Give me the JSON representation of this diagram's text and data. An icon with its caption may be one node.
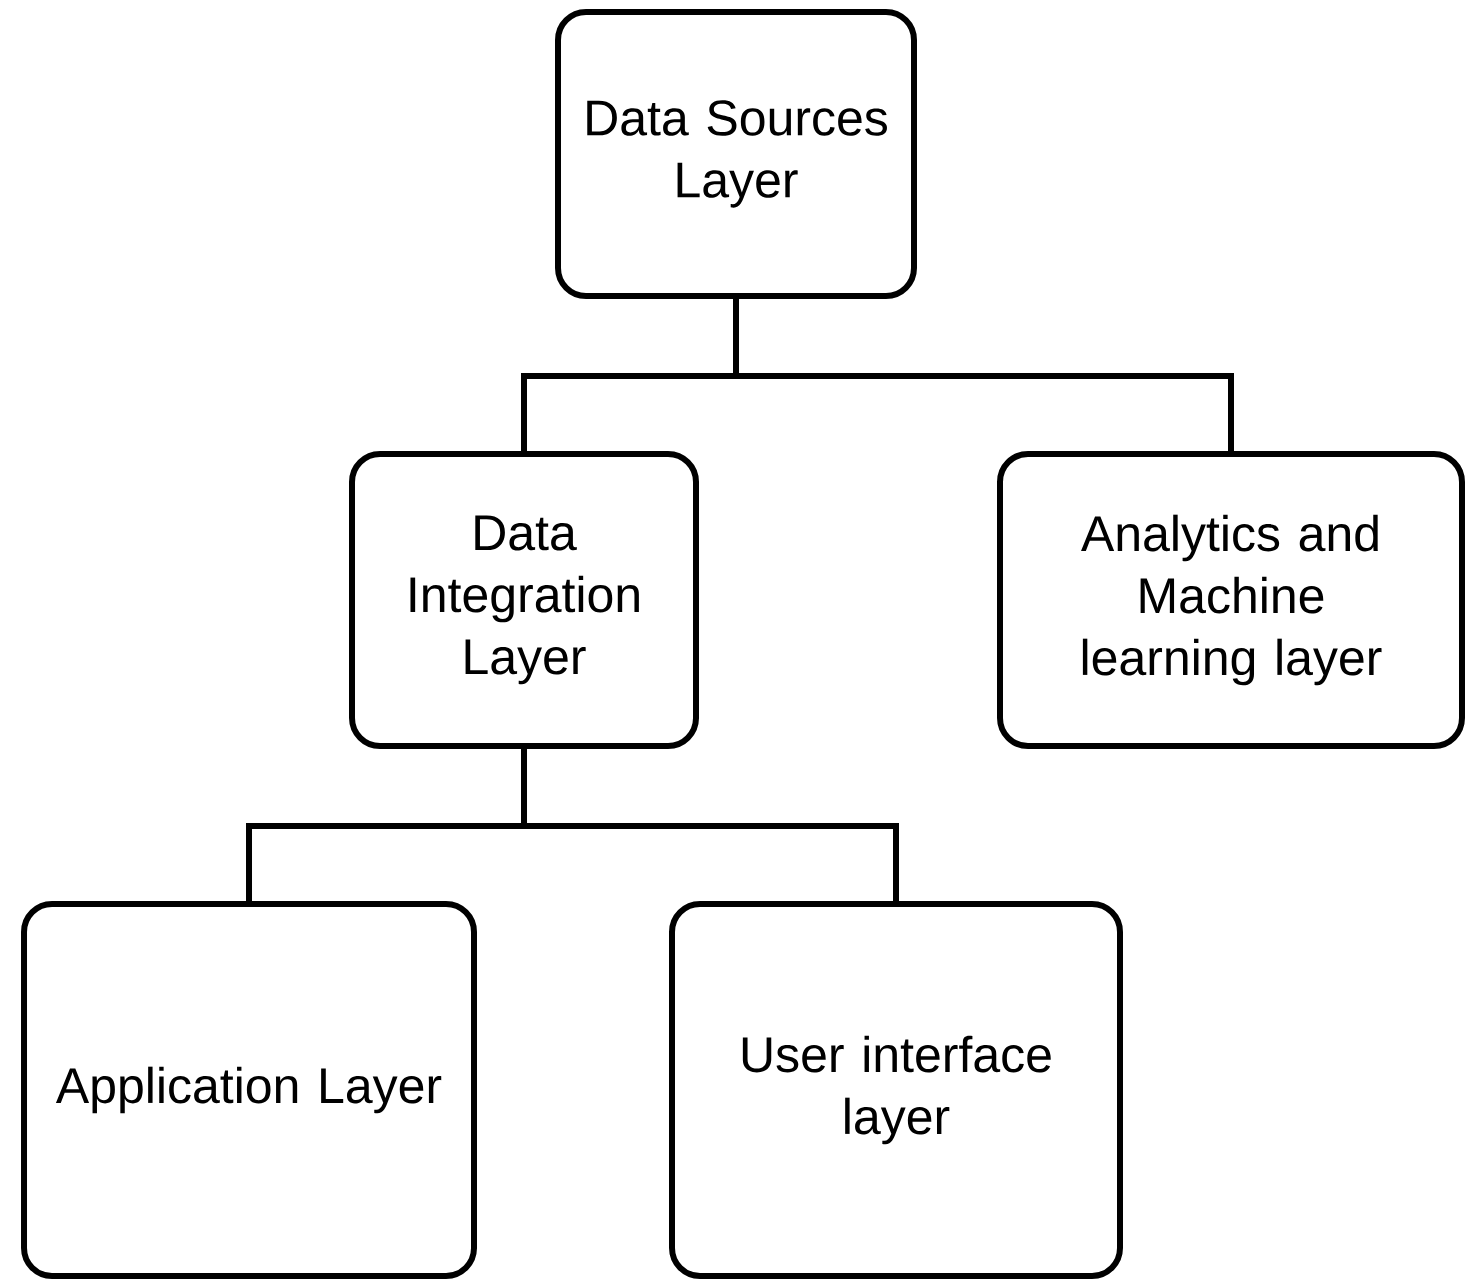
{
  "diagram": {
    "nodes": [
      {
        "text": [
          "Data Sources Layer"
        ]
      },
      {
        "text": [
          "Data Integration Layer"
        ]
      },
      {
        "text": [
          "Analytics and Machine learning layer"
        ]
      },
      {
        "text": [
          "Application Layer"
        ]
      },
      {
        "text": [
          "User interface layer"
        ]
      }
    ],
    "edges": [
      {
        "from": 0,
        "to": 1,
        "arrow": "none"
      },
      {
        "from": 0,
        "to": 2,
        "arrow": "none"
      },
      {
        "from": 1,
        "to": 3,
        "arrow": "none"
      },
      {
        "from": 1,
        "to": 4,
        "arrow": "none"
      }
    ]
  }
}
